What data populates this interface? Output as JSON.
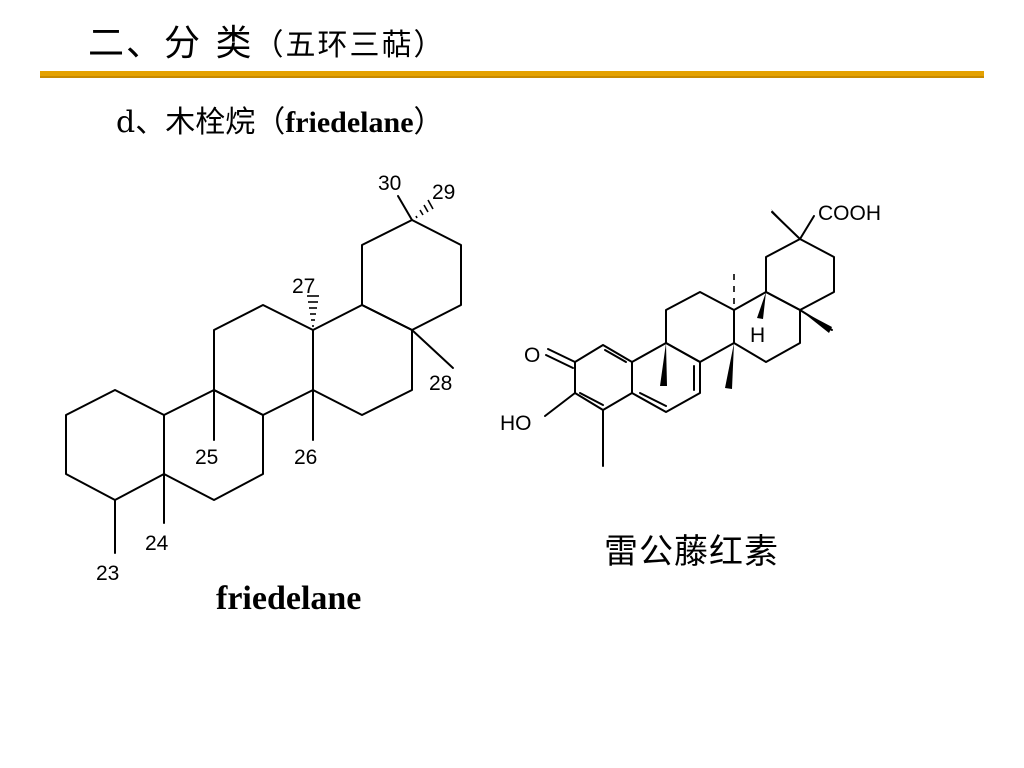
{
  "header": {
    "title_main": "二、分 类",
    "title_paren": "（五环三萜）",
    "subtitle_prefix": "d、木栓烷（",
    "subtitle_name": "friedelane",
    "subtitle_suffix": "）"
  },
  "friedelane": {
    "caption": "friedelane",
    "carbon_numbers": [
      "30",
      "29",
      "27",
      "28",
      "25",
      "26",
      "24",
      "23"
    ]
  },
  "celastrol": {
    "caption": "雷公藤红素",
    "atoms": {
      "cooh": "COOH",
      "h": "H",
      "oxo": "O",
      "hydroxy": "HO"
    }
  },
  "colors": {
    "rule": "#e4a100"
  }
}
